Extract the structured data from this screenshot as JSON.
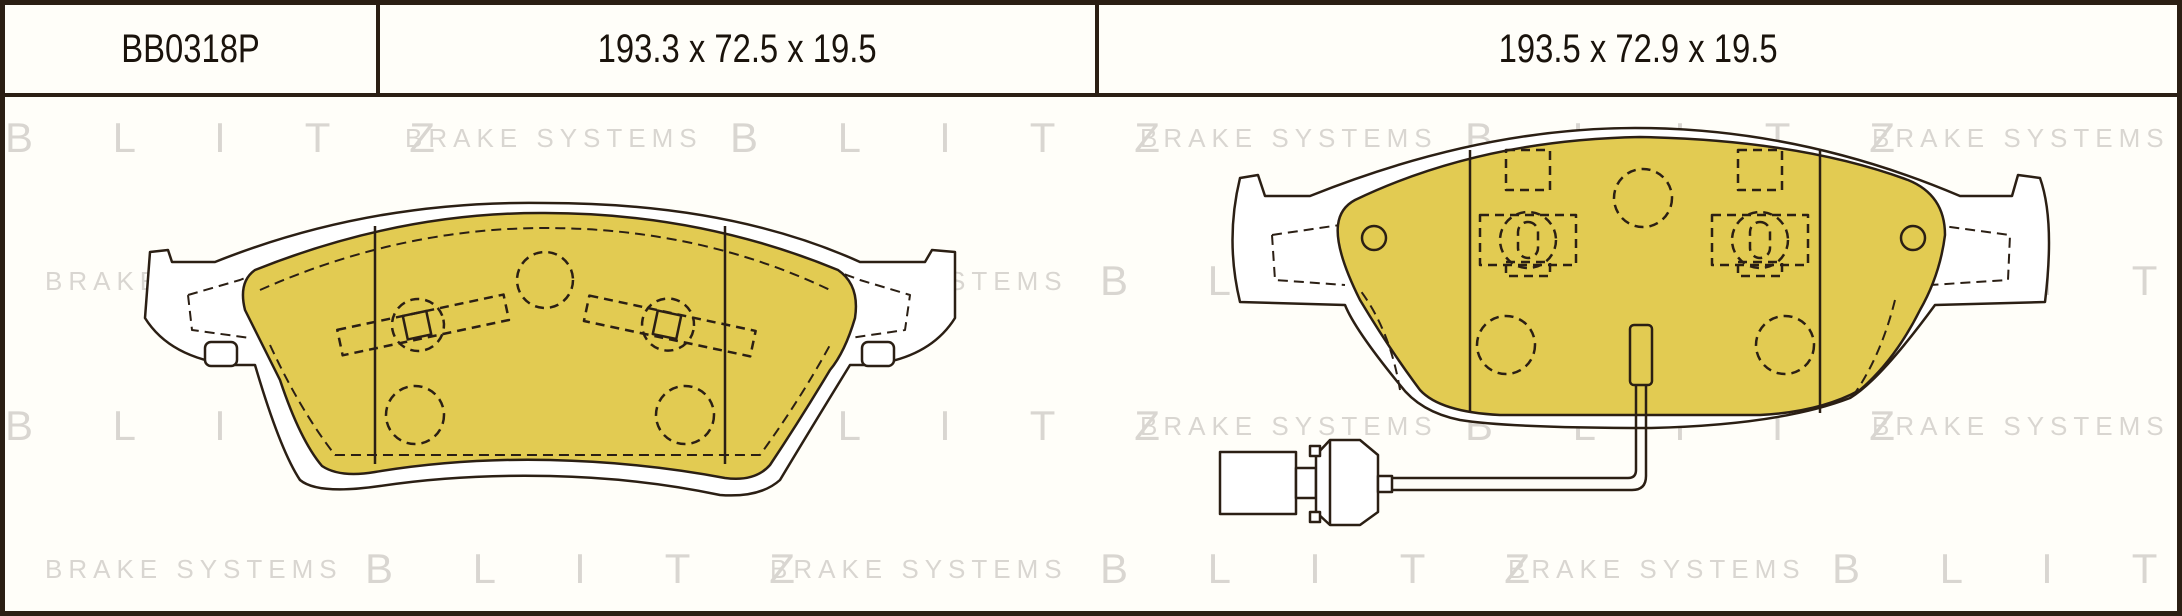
{
  "header": {
    "part_number": "BB0318P",
    "dims_left": "193.3 x 72.5 x 19.5",
    "dims_right": "193.5 x 72.9 x 19.5"
  },
  "watermark": {
    "brand": "B L I T Z",
    "tagline": "BRAKE SYSTEMS"
  },
  "colors": {
    "pad_fill": "#e2cb52",
    "outline": "#2b1f14",
    "watermark": "#d9d6d1"
  }
}
